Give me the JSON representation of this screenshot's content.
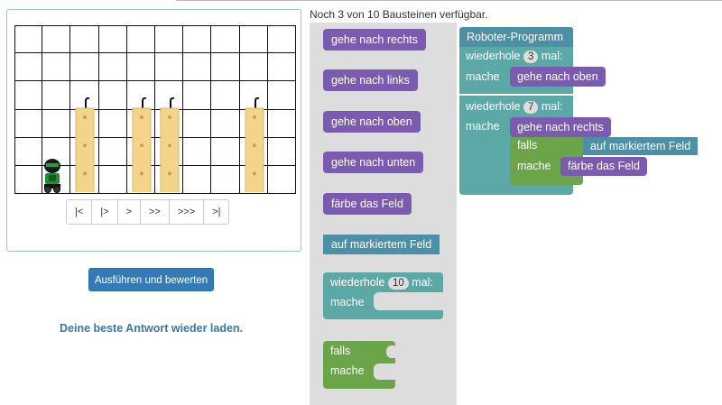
{
  "status": {
    "available_text": "Noch 3 von 10 Bausteinen verfügbar."
  },
  "grid": {
    "cols": 10,
    "rows": 6,
    "bar_columns": [
      2,
      4,
      5,
      8
    ],
    "bar_start_row": 3,
    "robot": {
      "col": 1,
      "row": 5
    }
  },
  "nav": {
    "buttons": [
      "|<",
      "|>",
      ">",
      ">>",
      ">>>",
      ">|"
    ]
  },
  "actions": {
    "run_label": "Ausführen und bewerten",
    "reload_label": "Deine beste Antwort wieder laden."
  },
  "toolbox": {
    "move_right": "gehe nach rechts",
    "move_left": "gehe nach links",
    "move_up": "gehe nach oben",
    "move_down": "gehe nach unten",
    "paint": "färbe das Feld",
    "on_marked": "auf markiertem Feld",
    "repeat_label": "wiederhole",
    "repeat_count": "10",
    "repeat_suffix": "mal:",
    "do_label": "mache",
    "if_label": "falls",
    "if_do_label": "mache"
  },
  "program": {
    "title": "Roboter-Programm",
    "loop1": {
      "label": "wiederhole",
      "count": "3",
      "suffix": "mal:",
      "do": "mache",
      "body": "gehe nach oben"
    },
    "loop2": {
      "label": "wiederhole",
      "count": "7",
      "suffix": "mal:",
      "do": "mache",
      "body": "gehe nach rechts",
      "if": {
        "label": "falls",
        "condition": "auf markiertem Feld",
        "do": "mache",
        "action": "färbe das Feld"
      }
    }
  },
  "colors": {
    "motion": "#7a5bb0",
    "loop": "#5ca8a6",
    "condition": "#4e8fa8",
    "if": "#6ca44a",
    "button": "#337ab7"
  }
}
